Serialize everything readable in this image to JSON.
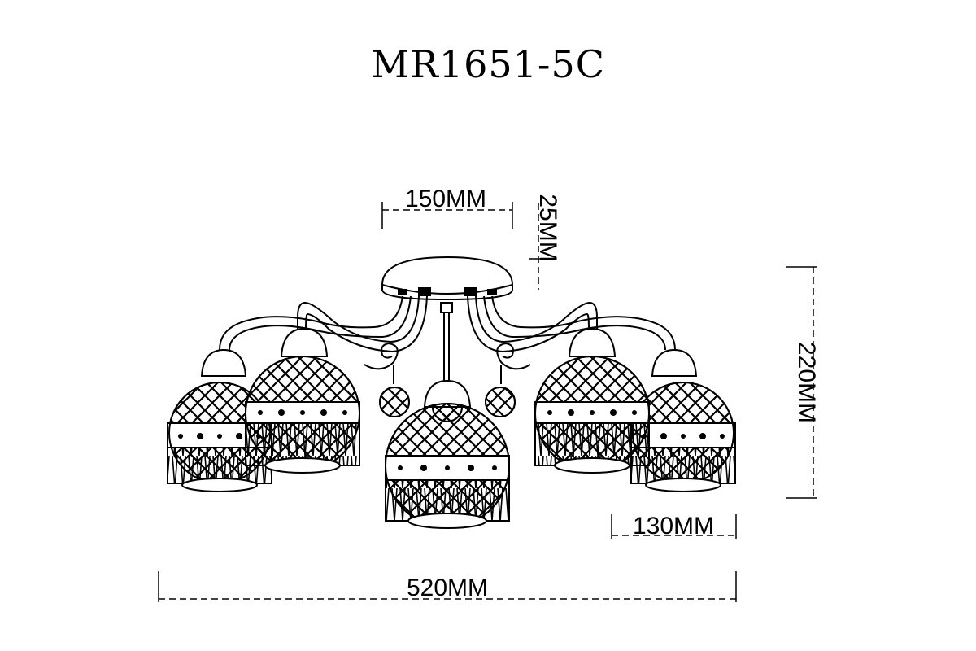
{
  "title": "MR1651-5C",
  "dimensions": {
    "canopy_width": "150MM",
    "canopy_height": "25MM",
    "total_height": "220MM",
    "shade_width": "130MM",
    "total_width": "520MM"
  },
  "colors": {
    "line": "#000000",
    "background": "#ffffff"
  }
}
